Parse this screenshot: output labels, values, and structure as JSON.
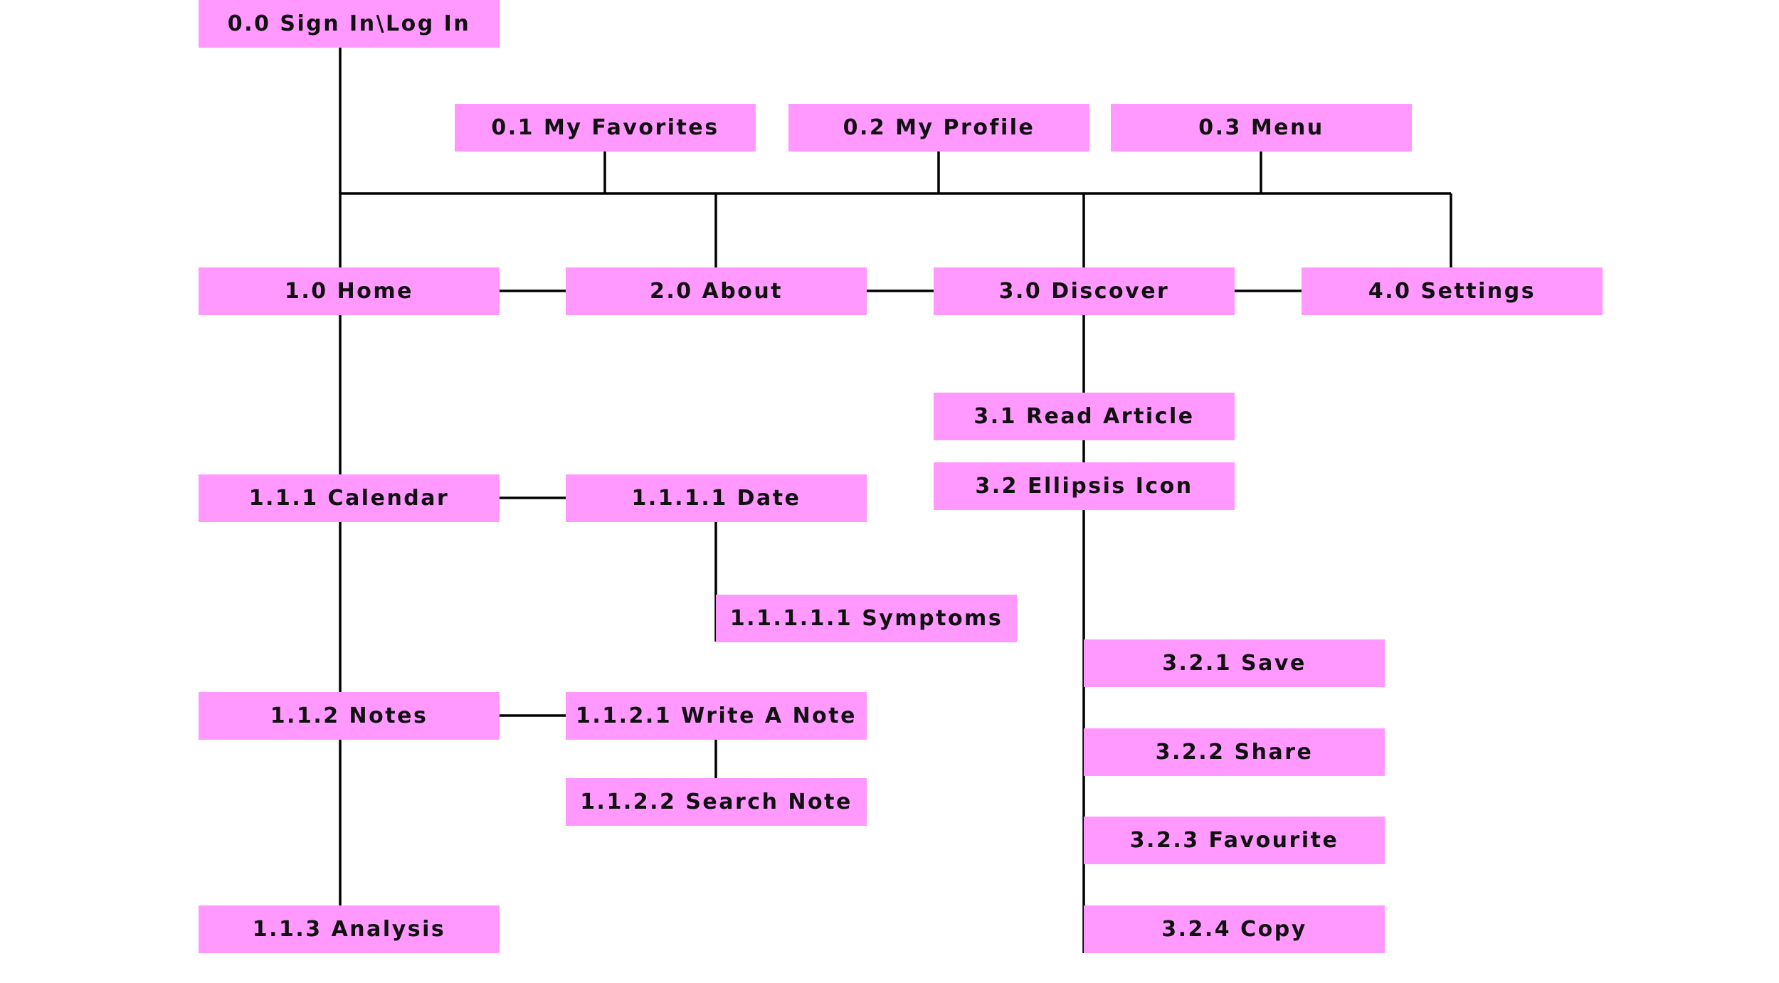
{
  "colors": {
    "node_fill": "#ff99ff",
    "node_text": "#111111",
    "connector": "#000000",
    "background": "#ffffff"
  },
  "nodes": {
    "sign_in": "0.0 Sign In\\Log In",
    "my_favorites": "0.1 My Favorites",
    "my_profile": "0.2 My Profile",
    "menu": "0.3 Menu",
    "home": "1.0 Home",
    "about": "2.0 About",
    "discover": "3.0 Discover",
    "settings": "4.0 Settings",
    "read_article": "3.1 Read Article",
    "ellipsis_icon": "3.2 Ellipsis Icon",
    "calendar": "1.1.1 Calendar",
    "date": "1.1.1.1 Date",
    "symptoms": "1.1.1.1.1 Symptoms",
    "save": "3.2.1 Save",
    "notes": "1.1.2 Notes",
    "write_note": "1.1.2.1 Write A Note",
    "share": "3.2.2 Share",
    "search_note": "1.1.2.2 Search Note",
    "favourite": "3.2.3 Favourite",
    "analysis": "1.1.3 Analysis",
    "copy": "3.2.4 Copy"
  }
}
